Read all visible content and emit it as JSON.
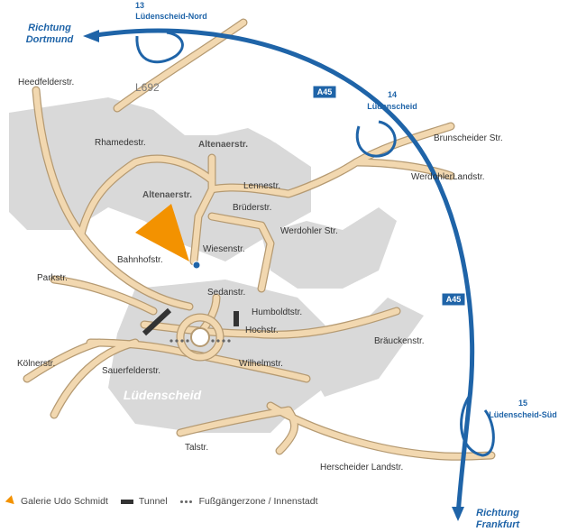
{
  "directions": {
    "north": "Richtung\nDortmund",
    "south": "Richtung\nFrankfurt"
  },
  "exits": [
    {
      "number": "13",
      "name": "Lüdenscheid-Nord"
    },
    {
      "number": "14",
      "name": "Lüdenscheid"
    },
    {
      "number": "15",
      "name": "Lüdenscheid-Süd"
    }
  ],
  "highway": {
    "shield": "A45"
  },
  "road_l": "L692",
  "city": "Lüdenscheid",
  "streets": {
    "heedfelder": "Heedfelderstr.",
    "rhamede": "Rhamedestr.",
    "altenaer_top": "Altenaerstr.",
    "altenaer_mid": "Altenaerstr.",
    "lenne": "Lennestr.",
    "brueder": "Brüderstr.",
    "werdohler": "Werdohler Str.",
    "wiesen": "Wiesenstr.",
    "sedan": "Sedanstr.",
    "bahnhof": "Bahnhofstr.",
    "park": "Parkstr.",
    "humboldt": "Humboldtstr.",
    "hoch": "Hochstr.",
    "wilhelm": "Wilhelmstr.",
    "sauerfelder": "Sauerfelderstr.",
    "koelner": "Kölnerstr.",
    "brunscheider": "Brunscheider Str.",
    "werdohler_land": "WerdohlerLandstr.",
    "braeucken": "Bräuckenstr.",
    "tal": "Talstr.",
    "herscheider": "Herscheider Landstr."
  },
  "legend": {
    "gallery": "Galerie Udo Schmidt",
    "tunnel": "Tunnel",
    "pedestrian": "Fußgängerzone / Innenstadt"
  },
  "colors": {
    "road": "#f2d8b0",
    "road_edge": "#b59a72",
    "area": "#d8d8d8",
    "highway": "#1f64a8",
    "marker": "#f39200"
  }
}
